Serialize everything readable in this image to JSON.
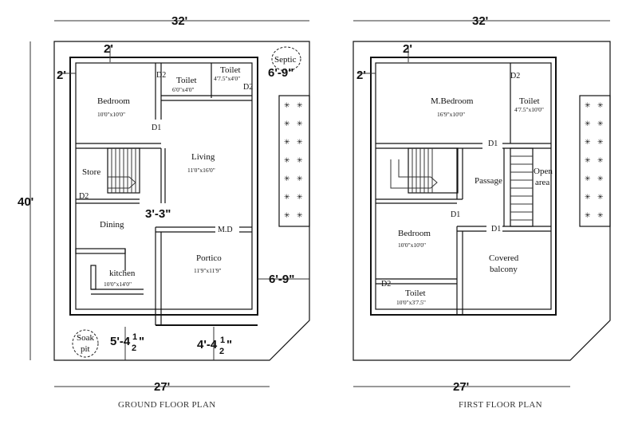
{
  "ground": {
    "dims": {
      "top": "32'",
      "side": "40'",
      "inner_top": "2'",
      "inner_left": "2'",
      "right_top": "6'-9\"",
      "middle": "3'-3\"",
      "right_mid": "6'-9\"",
      "bottom": "27'"
    },
    "dim_bl": {
      "a": "5'-4",
      "num": "1",
      "den": "2",
      "c": "\""
    },
    "dim_br": {
      "a": "4'-4",
      "num": "1",
      "den": "2",
      "c": "\""
    },
    "rooms": {
      "bedroom": {
        "name": "Bedroom",
        "size": "10'0\"x10'0\""
      },
      "toilet1": {
        "name": "Toilet",
        "size": "6'0\"x4'0\""
      },
      "toilet2": {
        "name": "Toilet",
        "size": "4'7.5\"x4'0\""
      },
      "living": {
        "name": "Living",
        "size": "11'0\"x16'0\""
      },
      "store": {
        "name": "Store"
      },
      "dining": {
        "name": "Dining"
      },
      "kitchen": {
        "name": "kitchen",
        "size": "10'0\"x14'0\""
      },
      "portico": {
        "name": "Portico",
        "size": "11'9\"x11'9\""
      }
    },
    "doors": {
      "d2_a": "D2",
      "d2_b": "D2",
      "d1": "D1",
      "d2_c": "D2",
      "md": "M.D"
    },
    "septic": "Septic",
    "soak": {
      "line1": "Soak",
      "line2": "pit"
    },
    "caption": "GROUND FLOOR PLAN"
  },
  "first": {
    "dims": {
      "top": "32'",
      "inner_top": "2'",
      "inner_left": "2'",
      "bottom": "27'"
    },
    "rooms": {
      "mbedroom": {
        "name": "M.Bedroom",
        "size": "16'9\"x10'0\""
      },
      "toilet1": {
        "name": "Toilet",
        "size": "4'7.5\"x10'0\""
      },
      "passage": {
        "name": "Passage"
      },
      "open_area": {
        "line1": "Open",
        "line2": "area"
      },
      "bedroom": {
        "name": "Bedroom",
        "size": "10'0\"x10'0\""
      },
      "balcony": {
        "line1": "Covered",
        "line2": "balcony"
      },
      "toilet2": {
        "name": "Toilet",
        "size": "10'0\"x3'7.5\""
      }
    },
    "doors": {
      "d2_a": "D2",
      "d1_a": "D1",
      "d1_b": "D1",
      "d1_c": "D1",
      "d2_b": "D2"
    },
    "caption": "FIRST FLOOR PLAN"
  }
}
